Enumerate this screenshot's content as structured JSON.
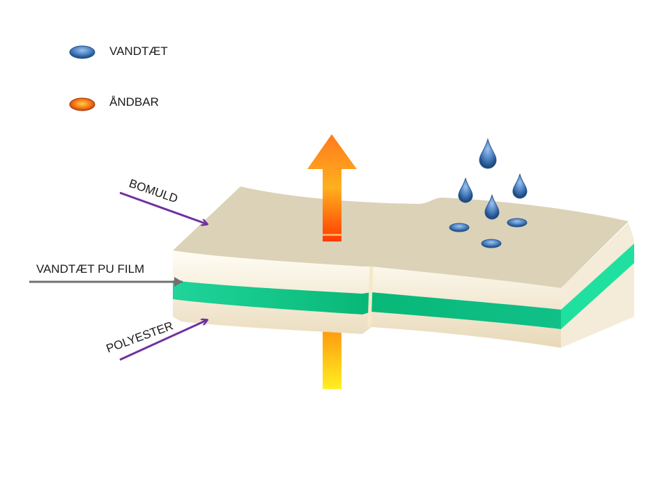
{
  "legend": [
    {
      "label": "VANDTÆT",
      "icon": "blue-drop-oval-icon",
      "color": "#4a7fc0"
    },
    {
      "label": "ÅNDBAR",
      "icon": "orange-oval-icon",
      "color": "#f06010"
    }
  ],
  "layers": {
    "top": "BOMULD",
    "middle": "VANDTÆT PU FILM",
    "bottom": "POLYESTER"
  },
  "colors": {
    "fabric": "#dcd2b8",
    "film": "#10c890",
    "arrow_purple": "#7030a0",
    "arrow_gray": "#707070"
  }
}
